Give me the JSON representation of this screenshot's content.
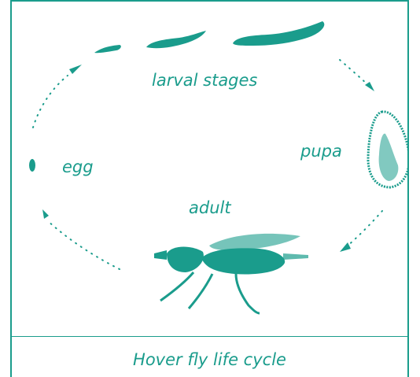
{
  "figure": {
    "caption": "Hover fly life cycle",
    "accent_color": "#1a9c8c",
    "stage_labels": {
      "larval": "larval stages",
      "pupa": "pupa",
      "egg": "egg",
      "adult": "adult"
    }
  }
}
